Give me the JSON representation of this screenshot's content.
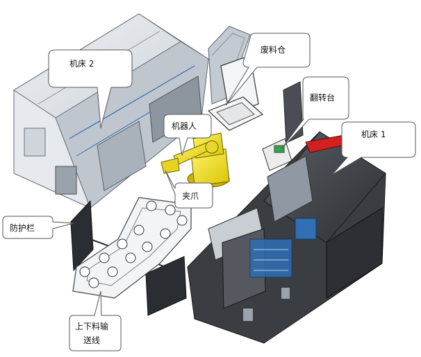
{
  "labels": {
    "machine2": "机床 2",
    "scrap_bin": "废料仓",
    "flip_table": "翻转台",
    "robot": "机器人",
    "machine1": "机床 1",
    "gripper": "夹爪",
    "fence": "防护栏",
    "conveyor_line1": "上下料输",
    "conveyor_line2": "送线"
  },
  "colors": {
    "robot": "#f0e020",
    "machine1_body": "#3a3d42",
    "machine2_body": "#d9dde2",
    "accent_blue": "#2f6fb3",
    "accent_red": "#d32020",
    "flip_table_green": "#3ca050"
  }
}
